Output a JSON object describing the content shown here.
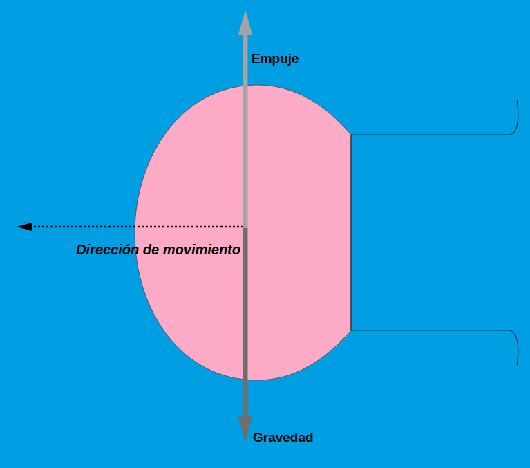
{
  "diagram": {
    "labels": [
      "Empuje",
      "Gravedad",
      "Dirección de movimiento"
    ]
  }
}
